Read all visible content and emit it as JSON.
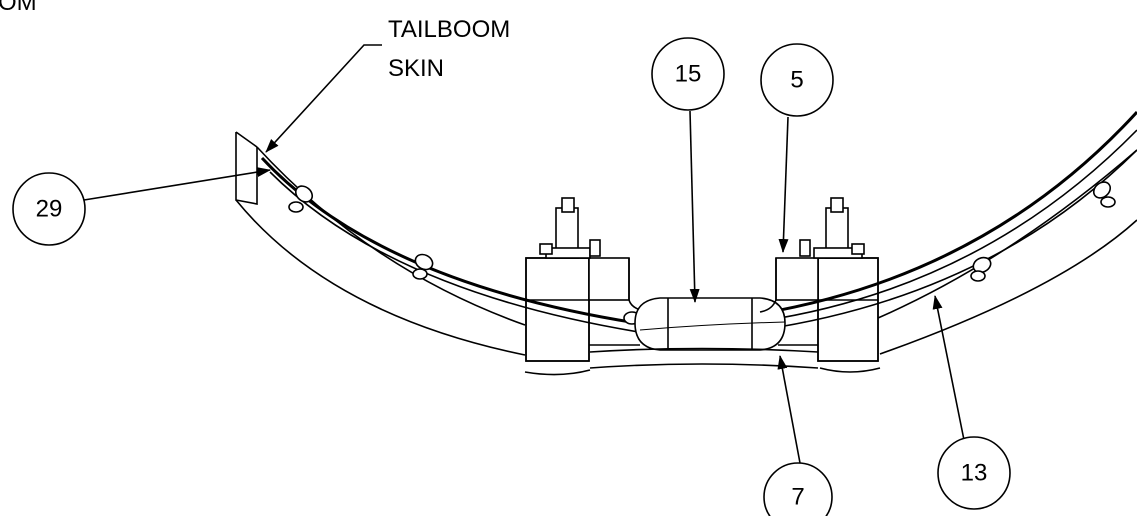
{
  "partial_label": "OM",
  "callout_label": {
    "line1": "TAILBOOM",
    "line2": "SKIN"
  },
  "balloons": [
    {
      "id": "balloon-29",
      "text": "29"
    },
    {
      "id": "balloon-15",
      "text": "15"
    },
    {
      "id": "balloon-5",
      "text": "5"
    },
    {
      "id": "balloon-7",
      "text": "7"
    },
    {
      "id": "balloon-13",
      "text": "13"
    }
  ]
}
